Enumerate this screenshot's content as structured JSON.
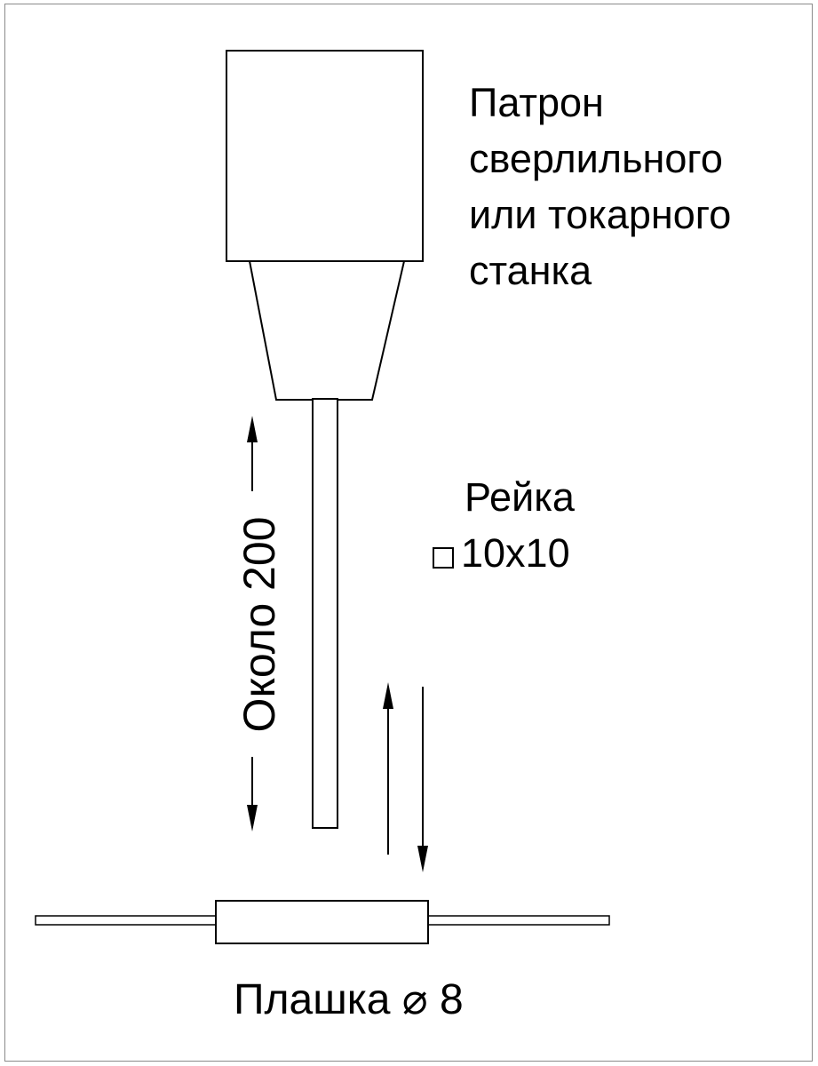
{
  "page": {
    "background_color": "#ffffff",
    "ink_color": "#000000",
    "border_color": "#8a8a8a"
  },
  "annotations": {
    "chuck_label": "Патрон\nсверлильного\nили токарного\nстанка",
    "rack_label": "Рейка",
    "rack_size": "10x10",
    "dimension_label": "Около 200",
    "die_label": "Плашка ⌀ 8"
  },
  "icons": {
    "square_section": "square-outline",
    "dimension_arrow": "double-headed-vertical-arrow",
    "motion_up": "arrow-up",
    "motion_down": "arrow-down"
  }
}
